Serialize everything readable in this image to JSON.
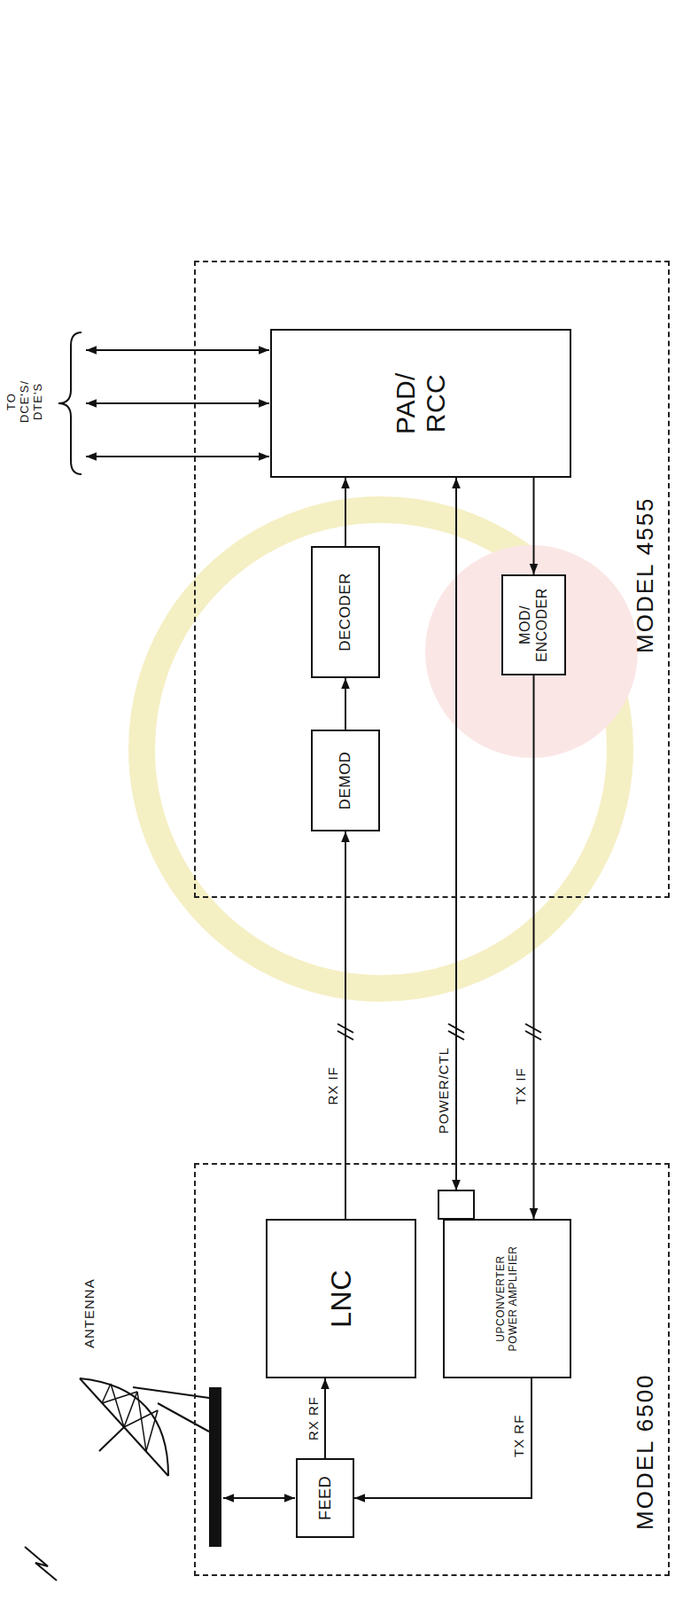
{
  "diagram": {
    "nodes": [
      {
        "text": [
          "MODEL 6500"
        ]
      },
      {
        "text": [
          "FEED"
        ],
        "in": 0
      },
      {
        "text": [
          "LNC"
        ],
        "in": 0
      },
      {
        "text": [
          "UPCONVERTER",
          "POWER AMPLIFIER"
        ],
        "in": 0
      },
      {
        "text": [
          "MODEL 4555"
        ]
      },
      {
        "text": [
          "DEMOD"
        ],
        "in": 4
      },
      {
        "text": [
          "DECODER"
        ],
        "in": 4
      },
      {
        "text": [
          "PAD/ RCC"
        ],
        "in": 4
      },
      {
        "text": [
          "MOD/ ENCODER"
        ],
        "in": 4
      }
    ],
    "edges": [
      {
        "from": 1,
        "to": 2,
        "label": "RX RF",
        "arrow": "to"
      },
      {
        "from": 3,
        "to": 1,
        "label": "TX RF",
        "arrow": "to"
      },
      {
        "from": 2,
        "to": 5,
        "label": "RX IF",
        "arrow": "to"
      },
      {
        "from": 5,
        "to": 6,
        "arrow": "to"
      },
      {
        "from": 6,
        "to": 7,
        "arrow": "to"
      },
      {
        "from": 7,
        "to": 3,
        "label": "POWER/CTL",
        "arrow": "both"
      },
      {
        "from": 7,
        "to": 8,
        "arrow": "to"
      },
      {
        "from": 8,
        "to": 3,
        "label": "TX IF",
        "arrow": "to"
      }
    ],
    "labels": [
      "ANTENNA",
      "TO DCE'S/ DTE'S"
    ]
  }
}
